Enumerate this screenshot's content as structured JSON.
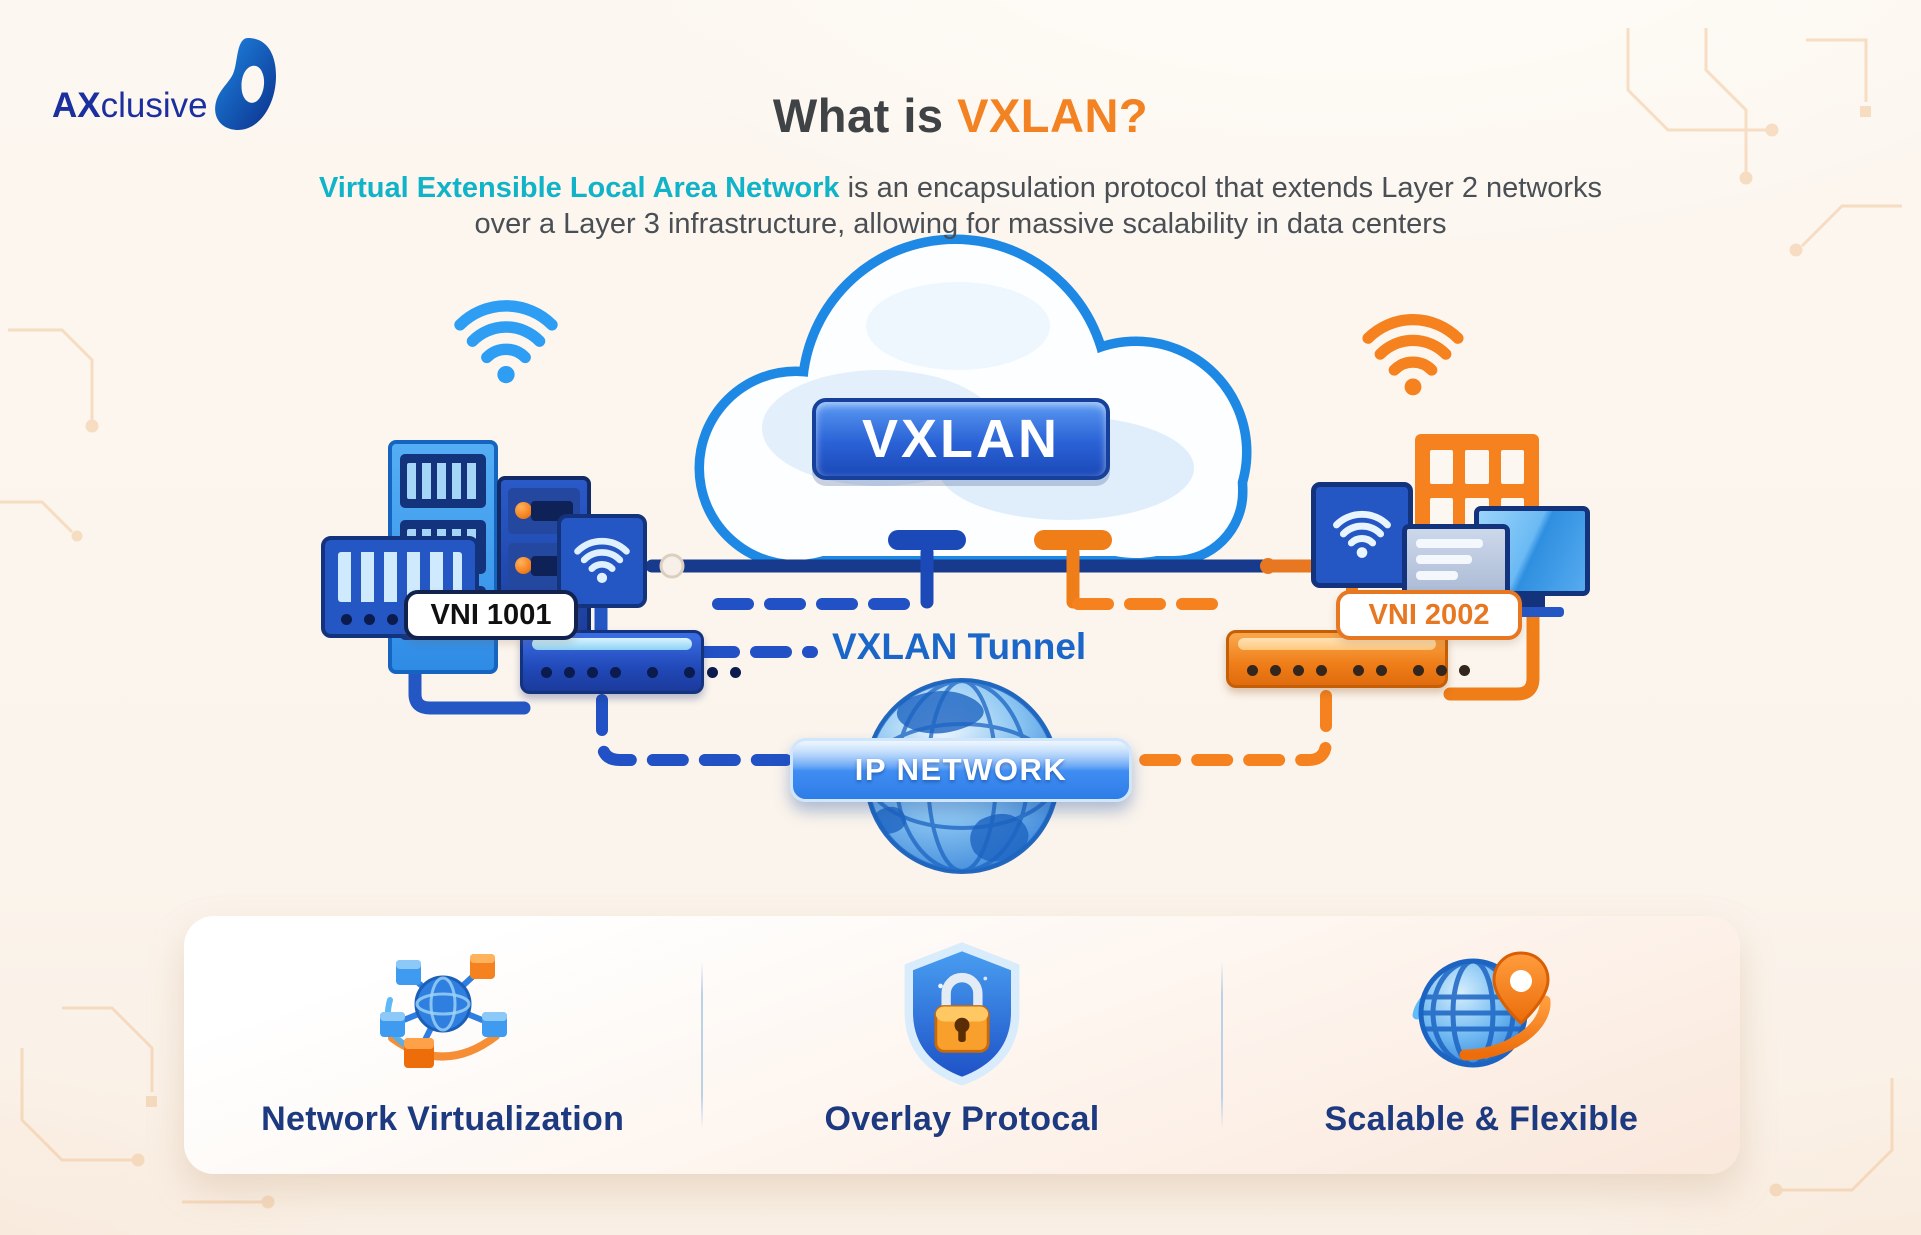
{
  "brand": {
    "bold": "AX",
    "rest": "clusive"
  },
  "header": {
    "title_prefix": "What is ",
    "title_highlight": "VXLAN?",
    "subtitle_highlight": "Virtual Extensible Local Area Network",
    "subtitle_rest": " is an encapsulation protocol that extends Layer 2 networks over a Layer 3 infrastructure, allowing for massive scalability in data centers"
  },
  "diagram": {
    "cloud_badge": "VXLAN",
    "tunnel_label": "VXLAN Tunnel",
    "ip_network_label": "IP NETWORK",
    "vni_left": "VNI 1001",
    "vni_right": "VNI 2002"
  },
  "features": [
    {
      "label": "Network Virtualization",
      "icon": "network-virtualization-icon"
    },
    {
      "label": "Overlay Protocal",
      "icon": "shield-lock-icon"
    },
    {
      "label": "Scalable & Flexible",
      "icon": "globe-location-pin-icon"
    }
  ],
  "icons": {
    "wifi_left": "wifi-icon",
    "wifi_right": "wifi-icon",
    "cloud": "cloud-shape",
    "globe": "globe-icon",
    "logo_mark": "brand-swirl-icon"
  },
  "colors": {
    "accent_orange": "#F5821F",
    "accent_teal": "#10B3C7",
    "deep_navy": "#16357F",
    "primary_blue": "#1E88E5",
    "tunnel_blue": "#1A67C9",
    "label_navy": "#1D3A80",
    "background": "#FBF5EE"
  }
}
